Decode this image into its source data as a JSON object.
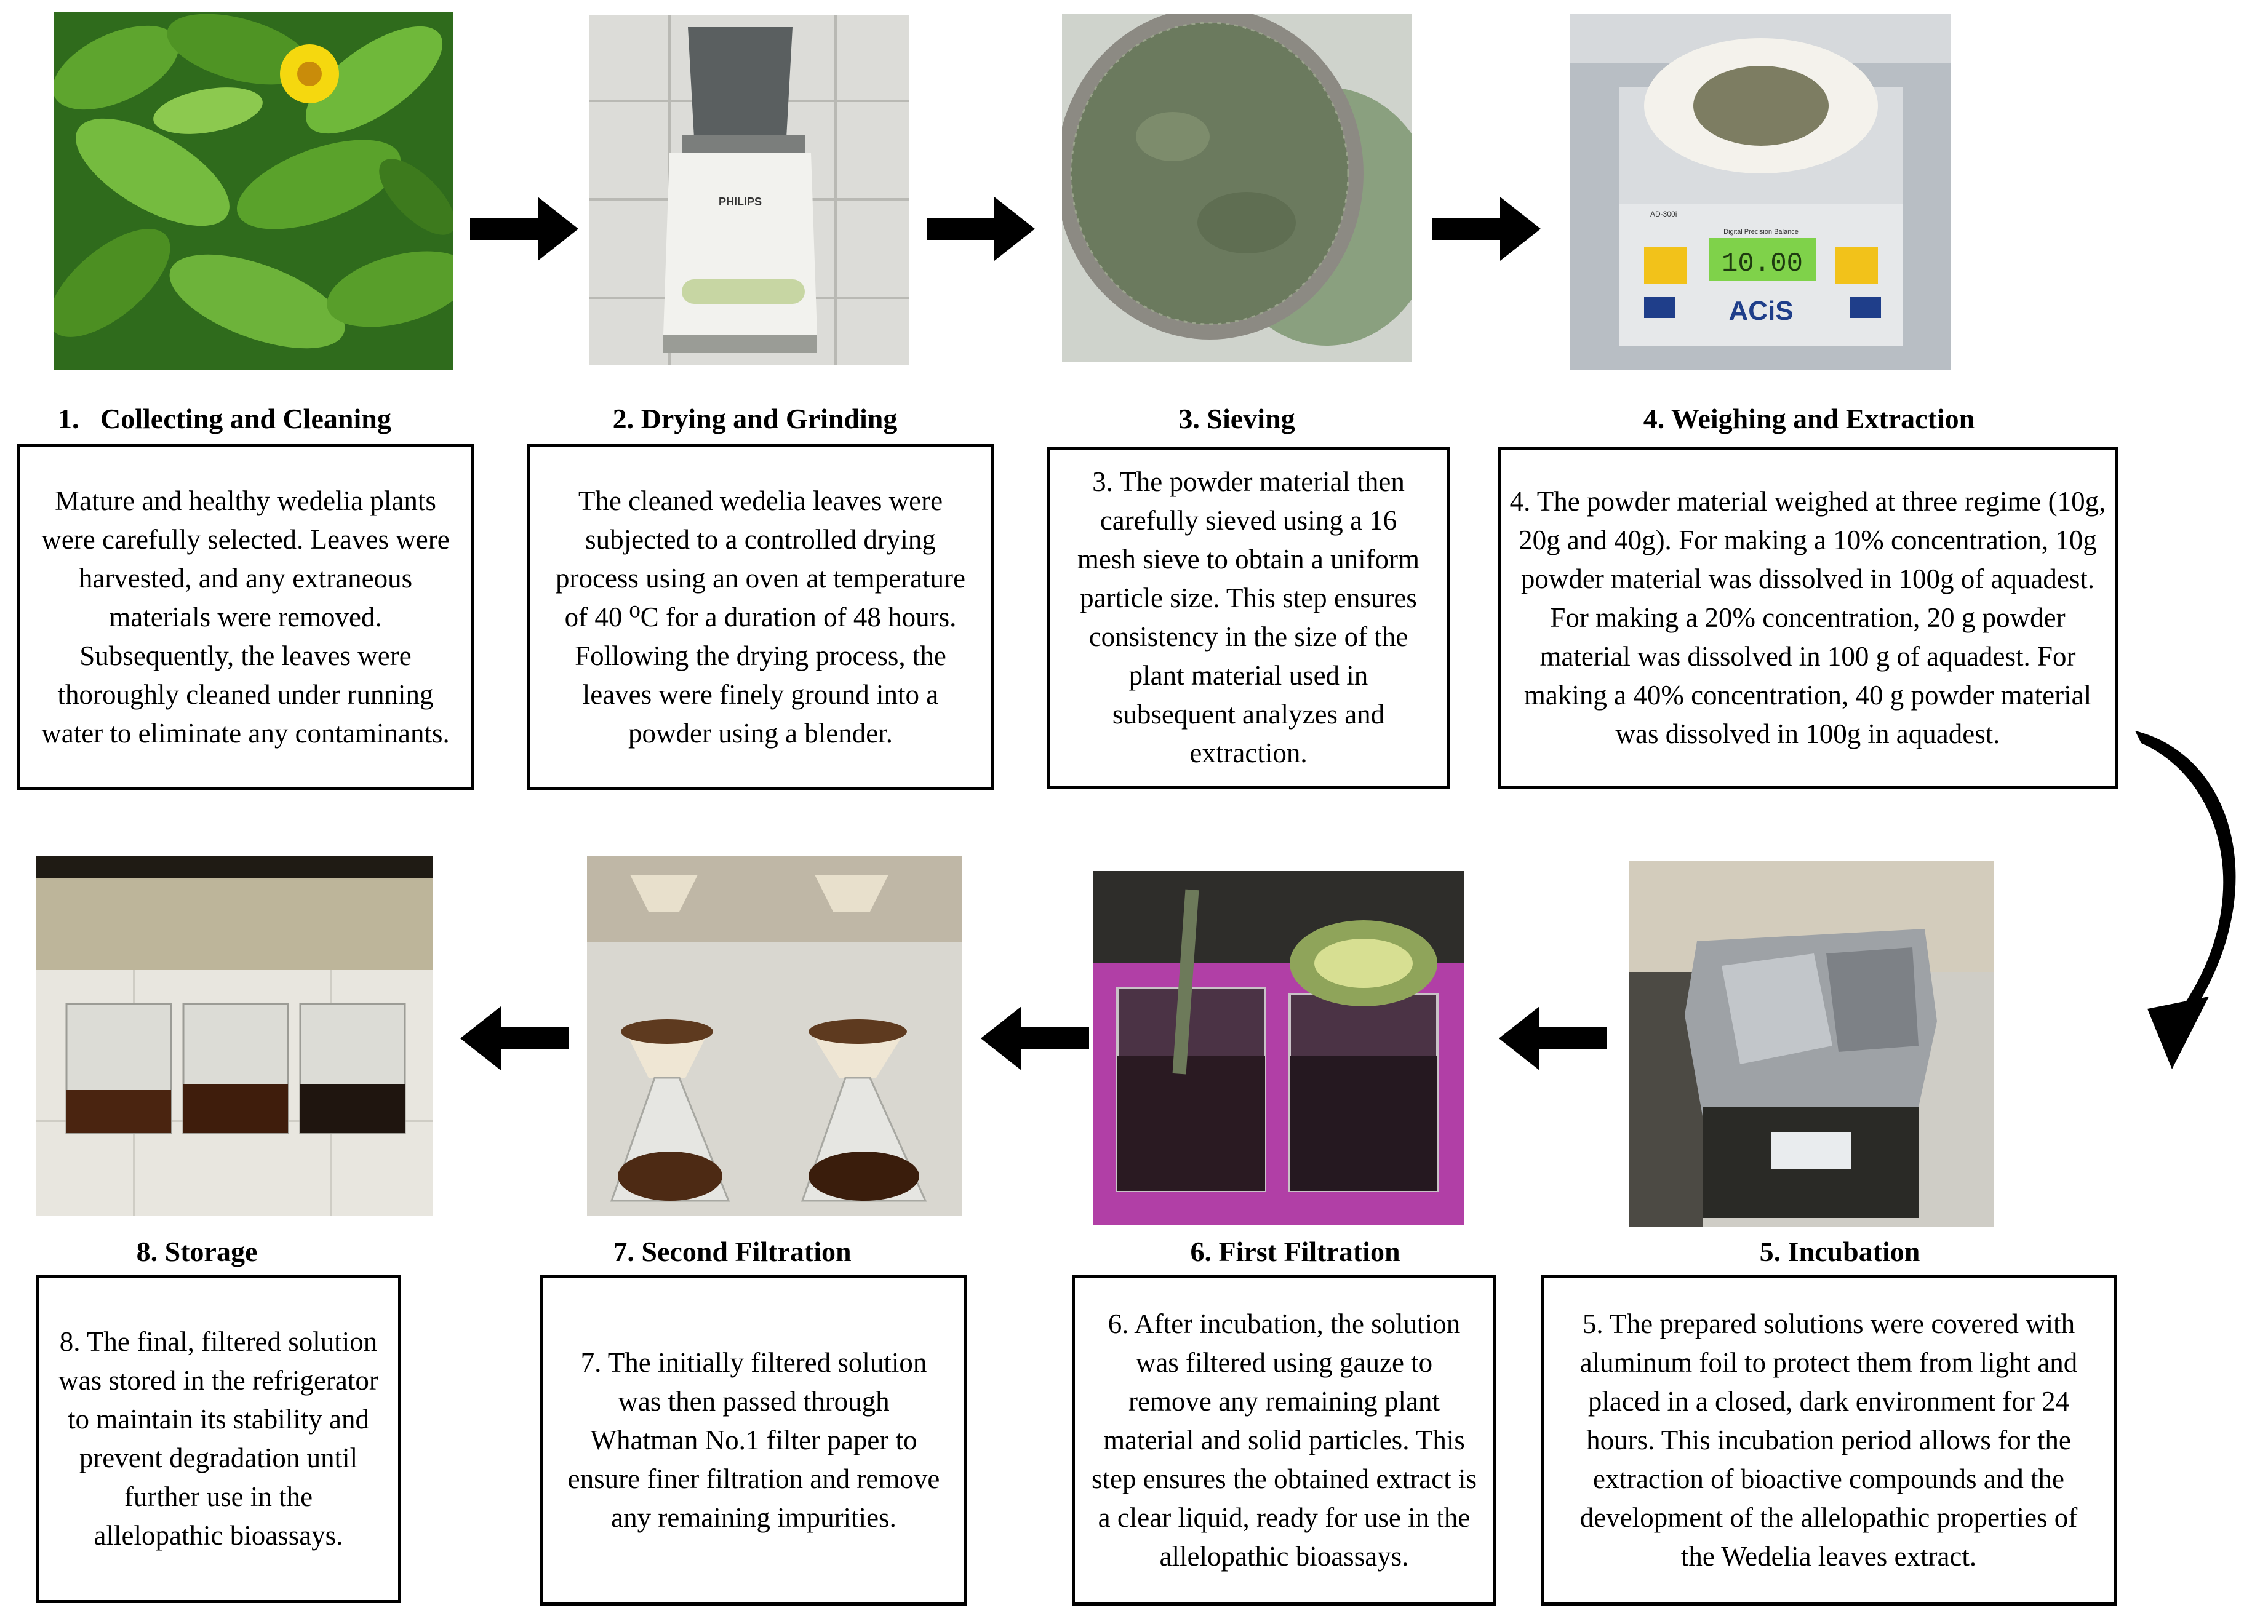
{
  "steps": [
    {
      "number": "1.",
      "title": "Collecting and Cleaning",
      "description": "Mature and healthy wedelia plants were carefully selected. Leaves were harvested, and any extraneous materials were removed. Subsequently, the leaves were thoroughly cleaned under running water to eliminate any contaminants."
    },
    {
      "title": "2. Drying and Grinding",
      "description": "The cleaned wedelia leaves were subjected to a controlled drying process using an oven at temperature of 40 ⁰C for a duration of 48 hours. Following the drying process, the leaves were finely ground into a powder using a blender."
    },
    {
      "title": "3. Sieving",
      "description": "3. The powder material then carefully sieved using a 16 mesh sieve to obtain a uniform particle size. This step ensures consistency in the size of the plant material used in subsequent analyzes and extraction."
    },
    {
      "title": "4. Weighing and Extraction",
      "description": "4. The powder material weighed at three regime (10g, 20g and 40g). For making a 10% concentration, 10g powder material was dissolved in 100g of aquadest. For making a 20% concentration, 20 g powder material was dissolved in 100 g of aquadest. For making a 40% concentration, 40 g powder material was dissolved in 100g in aquadest."
    },
    {
      "title": "5. Incubation",
      "description": "5. The prepared solutions were covered with aluminum foil to protect them from light and placed in a closed, dark environment for 24 hours. This incubation period allows for the extraction of bioactive compounds and the development of the allelopathic properties of the Wedelia leaves extract."
    },
    {
      "title": "6. First Filtration",
      "description": "6. After incubation, the solution was filtered using gauze to remove any remaining plant material and solid particles. This step ensures the obtained extract is a clear liquid, ready for use in the allelopathic bioassays."
    },
    {
      "title": "7. Second Filtration",
      "description": "7. The initially filtered solution was then passed through Whatman No.1 filter paper to ensure finer filtration and remove any remaining impurities."
    },
    {
      "title": "8. Storage",
      "description": "8. The final, filtered solution was stored in the refrigerator to maintain its stability and prevent degradation until further use in the allelopathic bioassays."
    }
  ],
  "photo_text": {
    "blender_brand": "PHILIPS",
    "scale_model": "AD-300i",
    "scale_label": "Digital Precision Balance",
    "scale_display": "10.00",
    "scale_brand": "ACiS"
  }
}
